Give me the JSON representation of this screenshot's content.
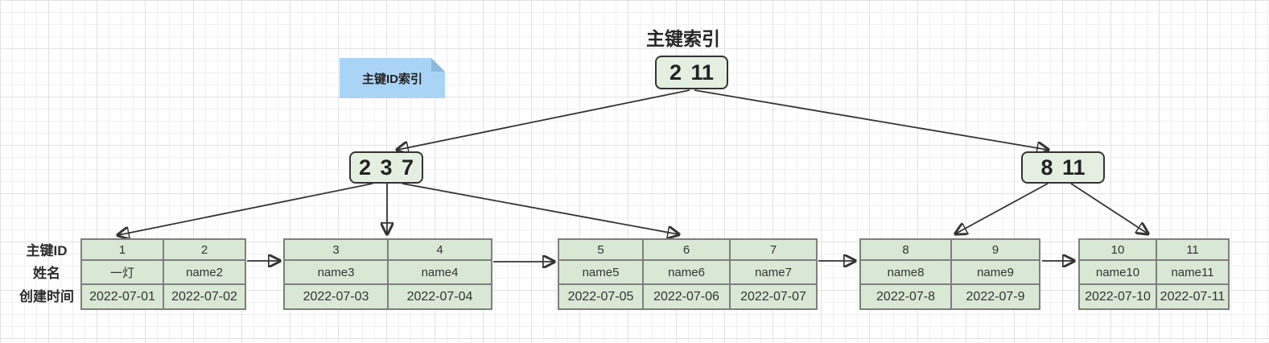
{
  "title": "主键索引",
  "sticky_note": {
    "label": "主键ID索引"
  },
  "nodes": {
    "root": "2 11",
    "left": "2 3 7",
    "right": "8 11"
  },
  "row_labels": {
    "id": "主键ID",
    "name": "姓名",
    "created": "创建时间"
  },
  "leaf_pages": [
    {
      "ids": [
        "1",
        "2"
      ],
      "names": [
        "一灯",
        "name2"
      ],
      "dates": [
        "2022-07-01",
        "2022-07-02"
      ]
    },
    {
      "ids": [
        "3",
        "4"
      ],
      "names": [
        "name3",
        "name4"
      ],
      "dates": [
        "2022-07-03",
        "2022-07-04"
      ]
    },
    {
      "ids": [
        "5",
        "6",
        "7"
      ],
      "names": [
        "name5",
        "name6",
        "name7"
      ],
      "dates": [
        "2022-07-05",
        "2022-07-06",
        "2022-07-07"
      ]
    },
    {
      "ids": [
        "8",
        "9"
      ],
      "names": [
        "name8",
        "name9"
      ],
      "dates": [
        "2022-07-8",
        "2022-07-9"
      ]
    },
    {
      "ids": [
        "10",
        "11"
      ],
      "names": [
        "name10",
        "name11"
      ],
      "dates": [
        "2022-07-10",
        "2022-07-11"
      ]
    }
  ],
  "colors": {
    "node_fill": "#e4efe1",
    "node_border": "#333333",
    "cell_fill": "#d9e8d4",
    "cell_border": "#7e7e7e",
    "note_fill": "#aad4f5",
    "note_fold": "#8cb8da",
    "arrow": "#333333",
    "grid_minor": "#f1f1f1",
    "grid_major": "#e2e2e2"
  }
}
